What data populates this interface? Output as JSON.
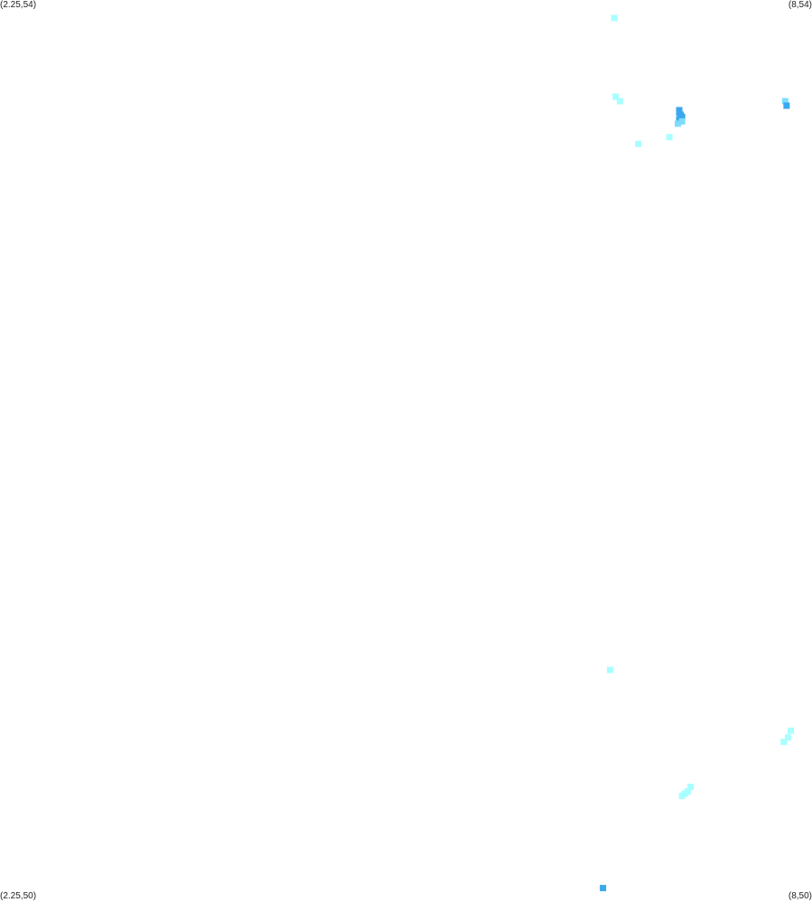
{
  "corners": {
    "top_left": "(2.25,54)",
    "top_right": "(8,54)",
    "bottom_left": "(2.25,50)",
    "bottom_right": "(8,50)"
  },
  "colors": {
    "light": "#a8ffff",
    "medium": "#7fdcff",
    "dark": "#3aa8ee"
  },
  "chart_data": {
    "type": "scatter",
    "title": "",
    "xlabel": "",
    "ylabel": "",
    "xlim": [
      2.25,
      8
    ],
    "ylim": [
      50,
      54
    ],
    "grid": false,
    "legend": "none",
    "series": [
      {
        "name": "",
        "points": [
          {
            "x": 6.6,
            "y": 53.92,
            "level": "light"
          },
          {
            "x": 6.61,
            "y": 53.57,
            "level": "light"
          },
          {
            "x": 6.64,
            "y": 53.55,
            "level": "light"
          },
          {
            "x": 7.06,
            "y": 53.51,
            "level": "dark"
          },
          {
            "x": 7.06,
            "y": 53.5,
            "level": "dark"
          },
          {
            "x": 7.07,
            "y": 53.49,
            "level": "dark"
          },
          {
            "x": 7.08,
            "y": 53.48,
            "level": "dark"
          },
          {
            "x": 7.06,
            "y": 53.47,
            "level": "dark"
          },
          {
            "x": 7.08,
            "y": 53.46,
            "level": "medium"
          },
          {
            "x": 7.05,
            "y": 53.45,
            "level": "medium"
          },
          {
            "x": 7.81,
            "y": 53.55,
            "level": "medium"
          },
          {
            "x": 7.82,
            "y": 53.53,
            "level": "dark"
          },
          {
            "x": 6.99,
            "y": 53.39,
            "level": "light"
          },
          {
            "x": 6.77,
            "y": 53.36,
            "level": "light"
          },
          {
            "x": 6.57,
            "y": 51.02,
            "level": "light"
          },
          {
            "x": 7.85,
            "y": 50.75,
            "level": "light"
          },
          {
            "x": 7.83,
            "y": 50.72,
            "level": "light"
          },
          {
            "x": 7.8,
            "y": 50.7,
            "level": "light"
          },
          {
            "x": 7.14,
            "y": 50.5,
            "level": "light"
          },
          {
            "x": 7.12,
            "y": 50.48,
            "level": "light"
          },
          {
            "x": 7.1,
            "y": 50.47,
            "level": "light"
          },
          {
            "x": 7.08,
            "y": 50.46,
            "level": "light"
          },
          {
            "x": 6.52,
            "y": 50.05,
            "level": "dark"
          }
        ]
      }
    ]
  }
}
